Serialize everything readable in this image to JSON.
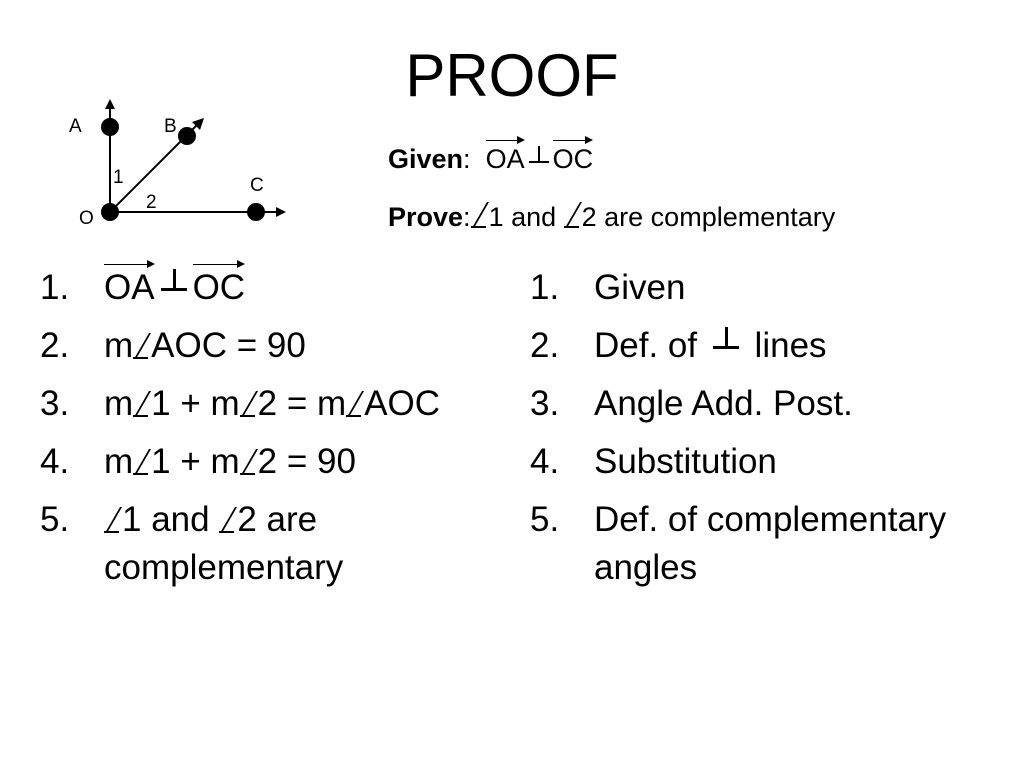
{
  "title": "PROOF",
  "figure": {
    "points": {
      "A": "A",
      "B": "B",
      "C": "C",
      "O": "O"
    },
    "angles": {
      "one": "1",
      "two": "2"
    }
  },
  "given": {
    "label": "Given",
    "colon": ":",
    "ray1": "OA",
    "ray2": "OC"
  },
  "prove": {
    "label": "Prove",
    "colon": ":",
    "a1": "1 and ",
    "a2": "2 are complementary"
  },
  "statements": [
    {
      "num": "1.",
      "ray1": "OA",
      "ray2": "OC"
    },
    {
      "num": "2.",
      "pre": "m",
      "post": "AOC = 90"
    },
    {
      "num": "3.",
      "p1": "m",
      "p2": "1 + m",
      "p3": "2 = m",
      "p4": "AOC"
    },
    {
      "num": "4.",
      "p1": "m",
      "p2": "1 + m",
      "p3": "2 = 90"
    },
    {
      "num": "5.",
      "p1": "1 and ",
      "p2": "2 are complementary"
    }
  ],
  "reasons": [
    {
      "num": "1.",
      "text": "Given"
    },
    {
      "num": "2.",
      "pre": "Def. of ",
      "post": " lines"
    },
    {
      "num": "3.",
      "text": "Angle Add. Post."
    },
    {
      "num": "4.",
      "text": "Substitution"
    },
    {
      "num": "5.",
      "text": "Def. of complementary angles"
    }
  ]
}
